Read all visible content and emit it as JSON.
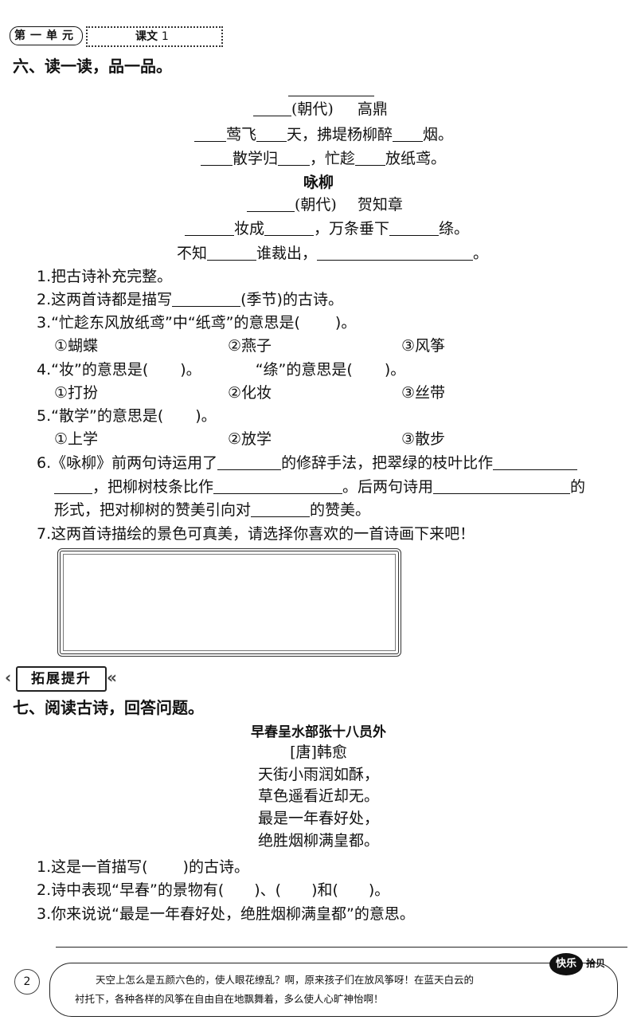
{
  "header": {
    "unit": "第一单元",
    "lesson": "课文",
    "lesson_no": "1"
  },
  "sec6": {
    "title": "六、读一读，品一品。",
    "poem1": {
      "dynasty": "(朝代)",
      "author": "高鼎",
      "line1": [
        "莺飞",
        "天，拂堤杨柳醉",
        "烟。"
      ],
      "line2": [
        "散学归",
        "，忙趁",
        "放纸鸢。"
      ]
    },
    "poem2": {
      "title": "咏柳",
      "dynasty": "(朝代)",
      "author": "贺知章",
      "line1": [
        "妆成",
        "，万条垂下",
        "绦。"
      ],
      "line2": [
        "不知",
        "谁裁出，",
        "。"
      ]
    },
    "q1": "1.把古诗补充完整。",
    "q2": [
      "2.这两首诗都是描写",
      "(季节)的古诗。"
    ],
    "q3": [
      "3.“忙趁东风放纸鸢”中“纸鸢”的意思是(",
      ")。"
    ],
    "q3_opts": [
      "①蝴蝶",
      "②燕子",
      "③风筝"
    ],
    "q4": [
      "4.“妆”的意思是(",
      ")。",
      "“绦”的意思是(",
      ")。"
    ],
    "q4_opts": [
      "①打扮",
      "②化妆",
      "③丝带"
    ],
    "q5": [
      "5.“散学”的意思是(",
      ")。"
    ],
    "q5_opts": [
      "①上学",
      "②放学",
      "③散步"
    ],
    "q6": [
      "6.《咏柳》前两句诗运用了",
      "的修辞手法，把翠绿的枝叶比作",
      "，把柳树枝条比作",
      "。后两句诗用",
      "的",
      "形式，把对柳树的赞美引向对",
      "的赞美。"
    ],
    "q7": "7.这两首诗描绘的景色可真美，请选择你喜欢的一首诗画下来吧！"
  },
  "badge": "拓展提升",
  "sec7": {
    "title": "七、阅读古诗，回答问题。",
    "poem": {
      "title": "早春呈水部张十八员外",
      "author": "[唐]韩愈",
      "lines": [
        "天街小雨润如酥，",
        "草色遥看近却无。",
        "最是一年春好处，",
        "绝胜烟柳满皇都。"
      ]
    },
    "q1": [
      "1.这是一首描写(",
      ")的古诗。"
    ],
    "q2": [
      "2.诗中表现“早春”的景物有(",
      ")、(",
      ")和(",
      ")。"
    ],
    "q3": "3.你来说说“最是一年春好处，绝胜烟柳满皇都”的意思。"
  },
  "footer": {
    "page": "2",
    "text1": "天空上怎么是五颜六色的，使人眼花缭乱？啊，原来孩子们在放风筝呀！在蓝天白云的",
    "text2": "衬托下，各种各样的风筝在自由自在地飘舞着，多么使人心旷神怡啊！",
    "happy": "快乐",
    "pick": "拾贝"
  }
}
